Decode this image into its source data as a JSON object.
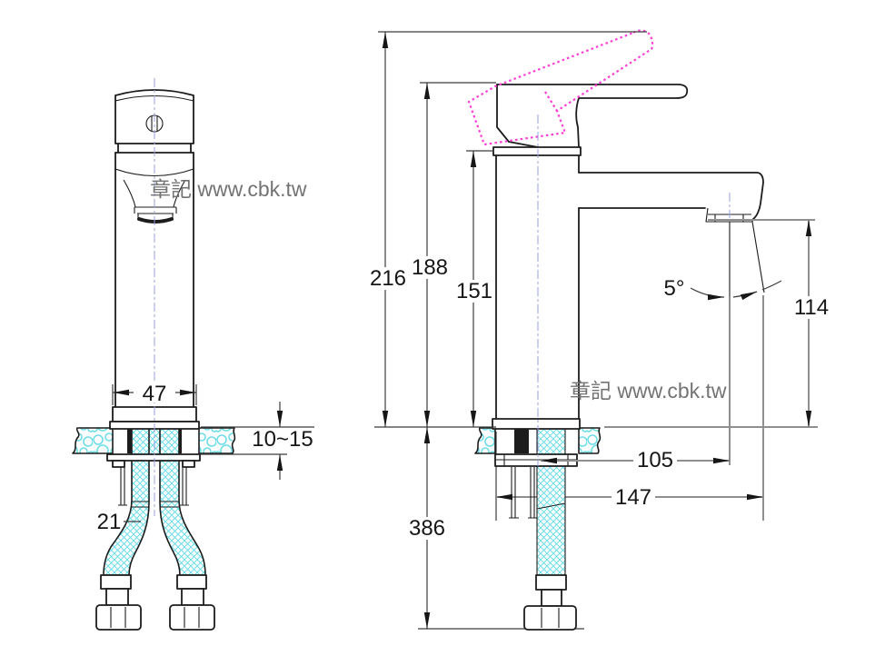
{
  "drawing": {
    "type": "faucet installation dimension drawing",
    "watermark_front": "章記 www.cbk.tw",
    "watermark_side": "章記 www.cbk.tw"
  },
  "front_view": {
    "dimensions": {
      "base_width": "47",
      "deck_thickness": "10~15",
      "hose_label": "21"
    }
  },
  "side_view": {
    "dimensions": {
      "height_handle_open": "216",
      "height_overall": "188",
      "height_body": "151",
      "spout_angle": "5°",
      "outlet_to_deck": "114",
      "spout_reach": "105",
      "overall_depth": "147",
      "hose_length": "386"
    }
  },
  "colors": {
    "background": "#ffffff",
    "line": "#1c1c1c",
    "dimension": "#3c3c3c",
    "reference_gray": "#8f8f8f",
    "centerline_blue": "#95a0dd",
    "hatch_cyan": "#6fdde6",
    "handle_alt_magenta": "#ff3cd6",
    "watermark_gray": "#737373"
  }
}
